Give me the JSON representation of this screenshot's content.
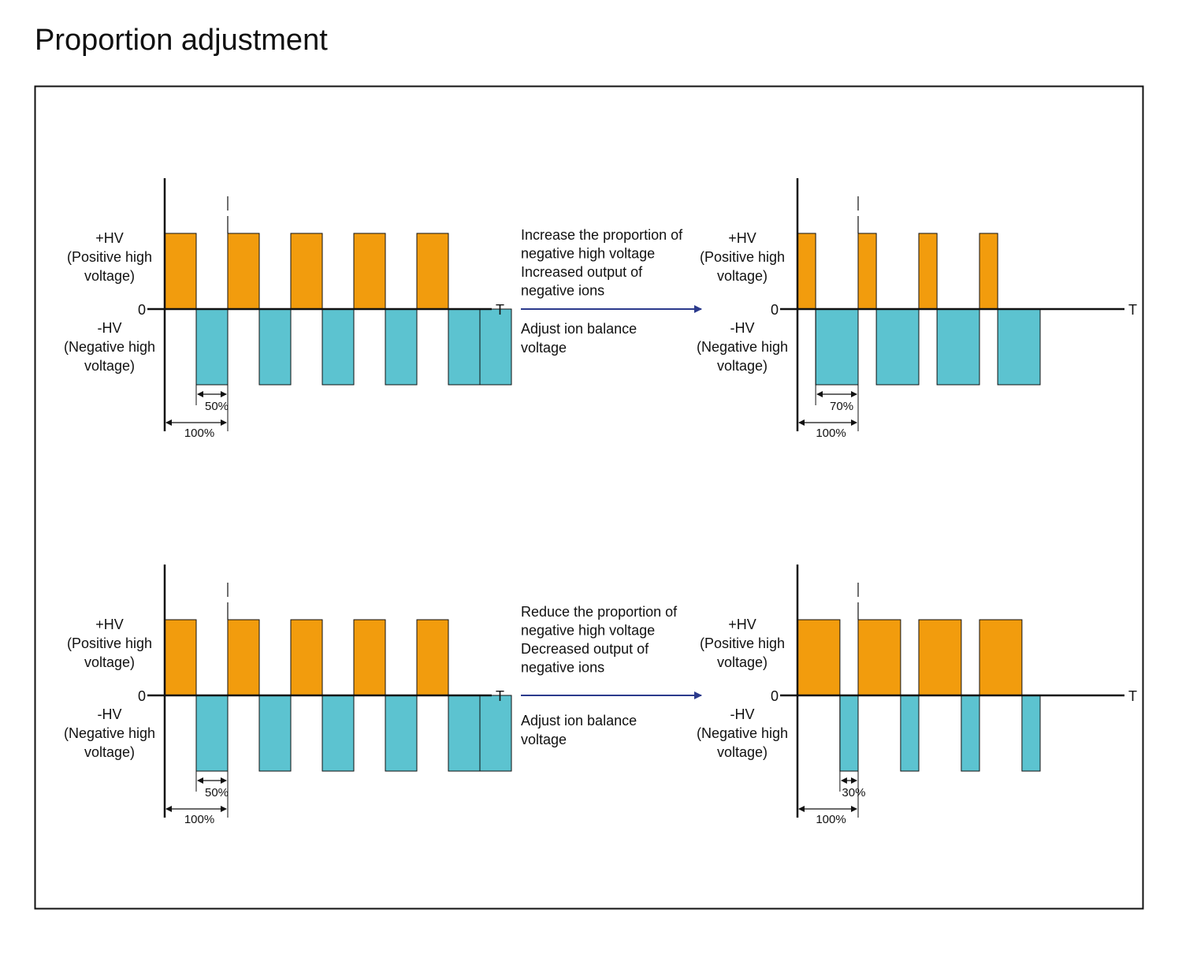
{
  "title": "Proportion adjustment",
  "colors": {
    "positive": "#F29C0D",
    "negative": "#5CC3D0",
    "arrow": "#2B3A8C",
    "line": "#111111"
  },
  "axis_labels": {
    "zero": "0",
    "time": "T",
    "positive": [
      "+HV",
      "(Positive high",
      "voltage)"
    ],
    "negative": [
      "-HV",
      "(Negative high",
      "voltage)"
    ]
  },
  "panels": [
    {
      "row": 0,
      "side": "left",
      "positive_share": 0.5,
      "measure_small": "50%",
      "measure_full": "100%"
    },
    {
      "row": 0,
      "side": "right",
      "positive_share": 0.3,
      "measure_small": "70%",
      "measure_full": "100%"
    },
    {
      "row": 1,
      "side": "left",
      "positive_share": 0.5,
      "measure_small": "50%",
      "measure_full": "100%"
    },
    {
      "row": 1,
      "side": "right",
      "positive_share": 0.7,
      "measure_small": "30%",
      "measure_full": "100%"
    }
  ],
  "transitions": [
    {
      "lines": [
        "Increase the proportion of",
        "negative high voltage",
        "Increased output of",
        "negative ions"
      ],
      "note": [
        "Adjust ion balance",
        "voltage"
      ]
    },
    {
      "lines": [
        "Reduce the proportion of",
        "negative high voltage",
        "Decreased output of",
        "negative ions"
      ],
      "note": [
        "Adjust ion balance",
        "voltage"
      ]
    }
  ]
}
